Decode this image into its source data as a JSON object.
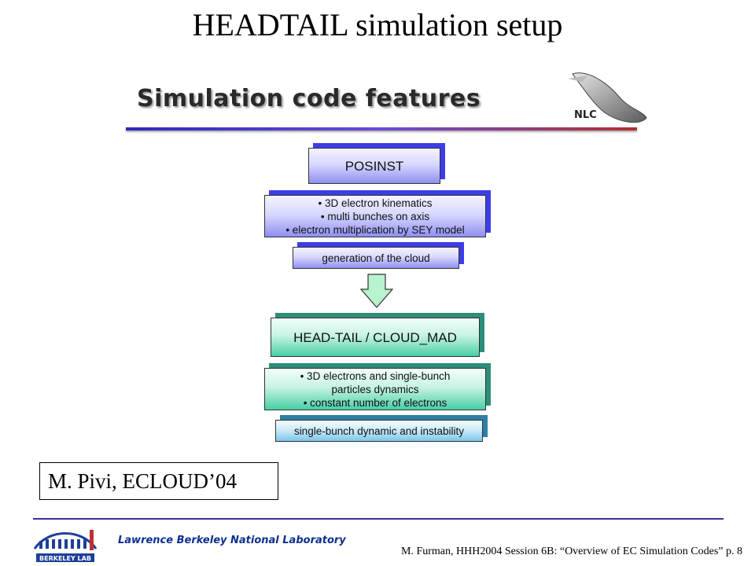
{
  "title": "HEADTAIL simulation setup",
  "subtitle": "Simulation code features",
  "nlc_logo_text": "NLC",
  "flow": {
    "posinst": "POSINST",
    "posinst_features": [
      "• 3D electron kinematics",
      "• multi bunches on axis",
      "• electron multiplication by SEY model"
    ],
    "cloud_generation": "generation of the cloud",
    "headtail": "HEAD-TAIL / CLOUD_MAD",
    "headtail_features": [
      "• 3D electrons and single-bunch",
      "particles dynamics",
      "• constant number of electrons"
    ],
    "single_bunch": "single-bunch dynamic and instability"
  },
  "author_credit": "M. Pivi, ECLOUD’04",
  "footer": {
    "lab_name": "Lawrence Berkeley National Laboratory",
    "logo_text": "BERKELEY LAB",
    "citation": "M. Furman, HHH2004 Session 6B: “Overview of EC Simulation Codes”  p. 8"
  },
  "colors": {
    "purple_accent": "#3d3de8",
    "teal_accent": "#2e8d78",
    "footer_rule": "#33339a",
    "lab_name": "#0f2f8f"
  }
}
